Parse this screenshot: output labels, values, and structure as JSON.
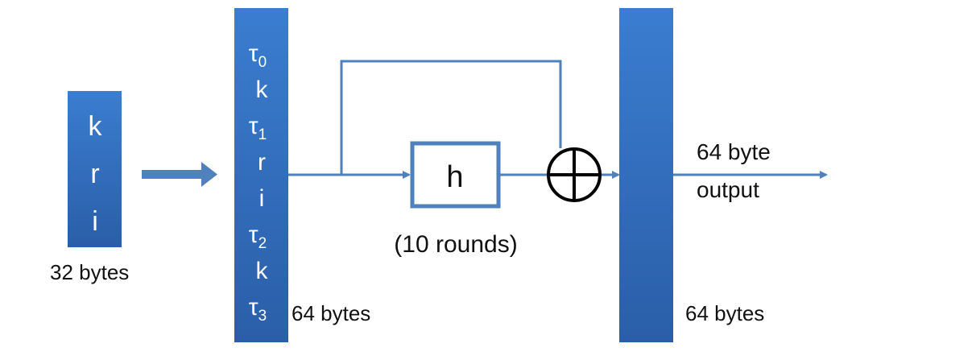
{
  "input_block": {
    "symbols": [
      "k",
      "r",
      "i"
    ],
    "size_label": "32 bytes"
  },
  "expanded_block": {
    "rows": [
      {
        "base": "τ",
        "sub": "0"
      },
      {
        "base": "k",
        "sub": ""
      },
      {
        "base": "τ",
        "sub": "1"
      },
      {
        "base": "r",
        "sub": ""
      },
      {
        "base": "i",
        "sub": ""
      },
      {
        "base": "τ",
        "sub": "2"
      },
      {
        "base": "k",
        "sub": ""
      },
      {
        "base": "τ",
        "sub": "3"
      }
    ],
    "size_label": "64 bytes"
  },
  "hash_box": {
    "label": "h",
    "rounds_label": "(10 rounds)"
  },
  "xor_symbol": "xor-circle-plus",
  "output_block": {
    "size_label": "64 bytes"
  },
  "output_label": {
    "line1": "64 byte",
    "line2": "output"
  },
  "colors": {
    "bar_top": "#3b7dd0",
    "bar_bottom": "#2a5ea8",
    "arrow": "#4f81bd",
    "hash_border": "#4f81bd"
  }
}
